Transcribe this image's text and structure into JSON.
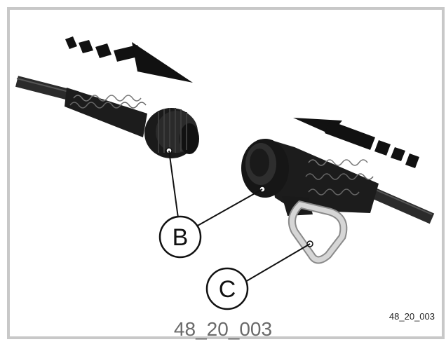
{
  "figure": {
    "callouts": [
      {
        "letter": "B",
        "target": "connector"
      },
      {
        "letter": "C",
        "target": "carabiner"
      }
    ],
    "drawing_id": "48_20_003",
    "caption": "48_20_003",
    "colors": {
      "frame": "#c8c8c8",
      "cable": "#2b2b2b",
      "rubber": "#1c1c1c",
      "carabiner": "#bdbdbd",
      "arrow": "#111111",
      "caption_text": "#6a6a6a"
    }
  }
}
